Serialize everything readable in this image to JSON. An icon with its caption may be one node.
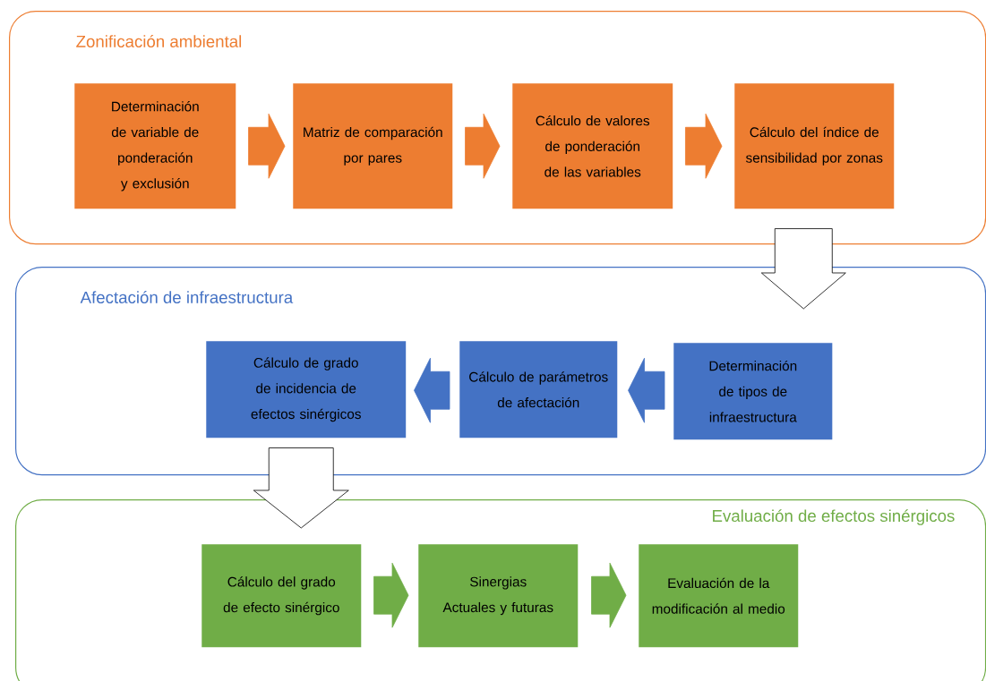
{
  "diagram": {
    "nodes": [
      {
        "text": [
          "Zonificación ambiental"
        ]
      },
      {
        "text": [
          "Determinación de variable de ponderación y exclusión"
        ],
        "in": 0
      },
      {
        "text": [
          "Matriz de comparación por pares"
        ],
        "in": 0
      },
      {
        "text": [
          "Cálculo de valores de ponderación de las variables"
        ],
        "in": 0
      },
      {
        "text": [
          "Cálculo del índice de sensibilidad por zonas"
        ],
        "in": 0
      },
      {
        "text": [
          "Afectación de infraestructura"
        ]
      },
      {
        "text": [
          "Cálculo de grado de incidencia de efectos sinérgicos"
        ],
        "in": 5
      },
      {
        "text": [
          "Cálculo de parámetros de afectación"
        ],
        "in": 5
      },
      {
        "text": [
          "Determinación de tipos de infraestructura"
        ],
        "in": 5
      },
      {
        "text": [
          "Evaluación de efectos sinérgicos"
        ]
      },
      {
        "text": [
          "Cálculo del grado de efecto sinérgico"
        ],
        "in": 9
      },
      {
        "text": [
          "Sinergias Actuales y futuras"
        ],
        "in": 9
      },
      {
        "text": [
          "Evaluación de la modificación al medio"
        ],
        "in": 9
      }
    ],
    "edges": [
      {
        "from": 1,
        "to": 2,
        "arrow": "to",
        "color": "#ed7d31"
      },
      {
        "from": 2,
        "to": 3,
        "arrow": "to",
        "color": "#ed7d31"
      },
      {
        "from": 3,
        "to": 4,
        "arrow": "to",
        "color": "#ed7d31"
      },
      {
        "from": 4,
        "to": 8,
        "arrow": "to",
        "color": "#ffffff"
      },
      {
        "from": 8,
        "to": 7,
        "arrow": "to",
        "color": "#4472c4"
      },
      {
        "from": 7,
        "to": 6,
        "arrow": "to",
        "color": "#4472c4"
      },
      {
        "from": 6,
        "to": 10,
        "arrow": "to",
        "color": "#ffffff"
      },
      {
        "from": 10,
        "to": 11,
        "arrow": "to",
        "color": "#70ad47"
      },
      {
        "from": 11,
        "to": 12,
        "arrow": "to",
        "color": "#70ad47"
      }
    ]
  }
}
